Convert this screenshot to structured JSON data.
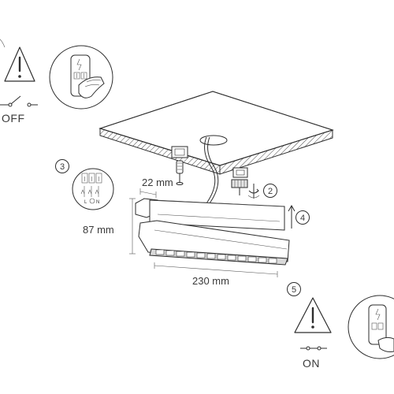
{
  "labels": {
    "off": "OFF",
    "on": "ON",
    "width_dim": "22 mm",
    "height_dim": "87 mm",
    "length_dim": "230 mm",
    "live": "L",
    "neutral": "N"
  },
  "steps": {
    "s2": "2",
    "s3": "3",
    "s4": "4",
    "s5": "5"
  },
  "colors": {
    "line": "#2e2e2e",
    "text": "#3a3a3a",
    "background": "#ffffff"
  },
  "icons": [
    "warning-icon",
    "switch-off-icon",
    "switch-on-icon",
    "hand-breaker-icon",
    "terminal-block-icon",
    "screwdriver-icon",
    "rotate-arrow-icon",
    "up-arrow-icon"
  ]
}
